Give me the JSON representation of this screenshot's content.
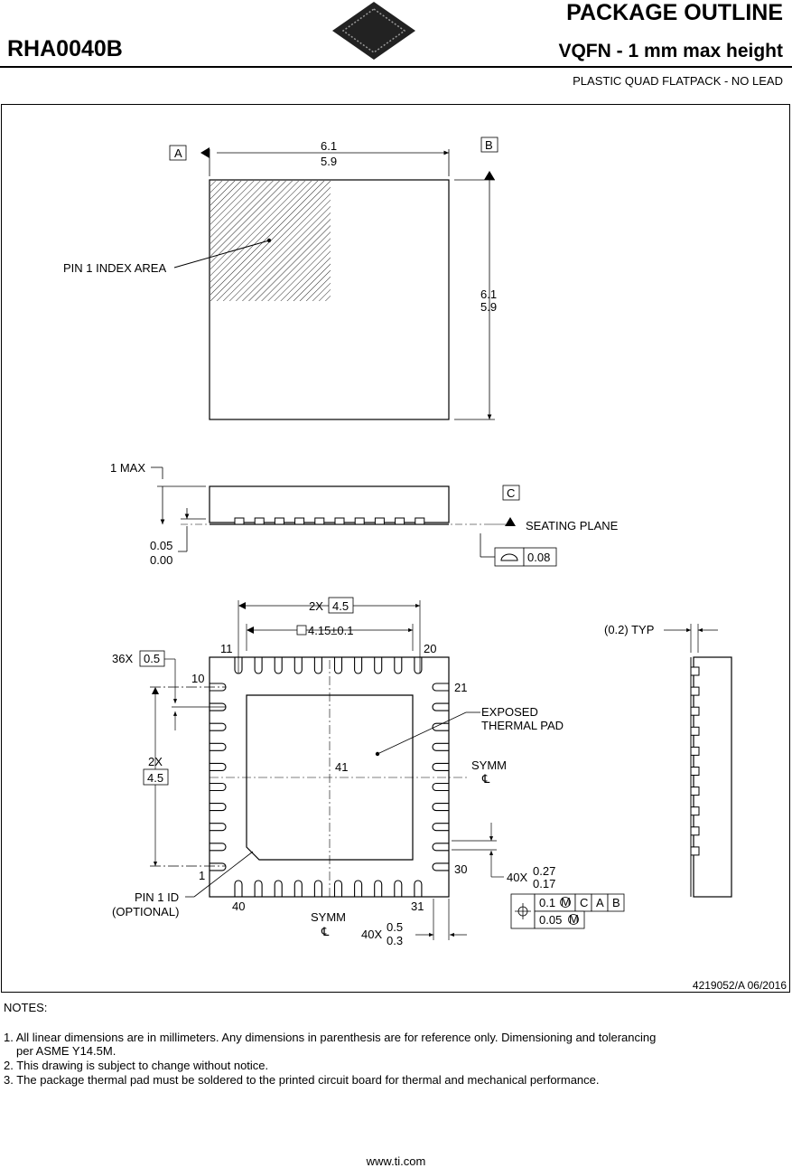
{
  "header": {
    "part_number": "RHA0040B",
    "title": "PACKAGE OUTLINE",
    "subtitle": "VQFN - 1 mm max height",
    "description": "PLASTIC QUAD FLATPACK - NO LEAD"
  },
  "top_view": {
    "datum_a": "A",
    "datum_b": "B",
    "width_max": "6.1",
    "width_min": "5.9",
    "height_max": "6.1",
    "height_min": "5.9",
    "pin1_index_label": "PIN 1 INDEX AREA"
  },
  "side_view": {
    "max_height": "1 MAX",
    "standoff_max": "0.05",
    "standoff_min": "0.00",
    "datum_c": "C",
    "seating_plane": "SEATING PLANE",
    "flatness_value": "0.08"
  },
  "bottom_view": {
    "pad_span_count": "2X",
    "pad_span_value": "4.5",
    "thermal_pad_size": "4.15±0.1",
    "pitch_count": "36X",
    "pitch_value": "0.5",
    "vert_span_count": "2X",
    "vert_span_value": "4.5",
    "exposed_pad_label_1": "EXPOSED",
    "exposed_pad_label_2": "THERMAL PAD",
    "pad_number": "41",
    "symm": "SYMM",
    "pin_width_count": "40X",
    "pin_width_max": "0.27",
    "pin_width_min": "0.17",
    "pin_length_count": "40X",
    "pin_length_max": "0.5",
    "pin_length_min": "0.3",
    "pin1_id_label_1": "PIN 1 ID",
    "pin1_id_label_2": "(OPTIONAL)",
    "pin_labels": [
      "11",
      "20",
      "10",
      "21",
      "1",
      "30",
      "40",
      "31"
    ],
    "tol_1": "0.1",
    "tol_1_refs": [
      "C",
      "A",
      "B"
    ],
    "tol_2": "0.05",
    "typ_label": "(0.2) TYP"
  },
  "drawing_id": "4219052/A   06/2016",
  "notes": {
    "heading": "NOTES:",
    "items": [
      "1. All linear dimensions are in millimeters. Any dimensions in parenthesis are for reference only. Dimensioning and tolerancing",
      "    per ASME Y14.5M.",
      "2. This drawing is subject to change without notice.",
      "3. The package thermal pad must be soldered to the printed circuit board for thermal and mechanical performance."
    ]
  },
  "footer": "www.ti.com"
}
